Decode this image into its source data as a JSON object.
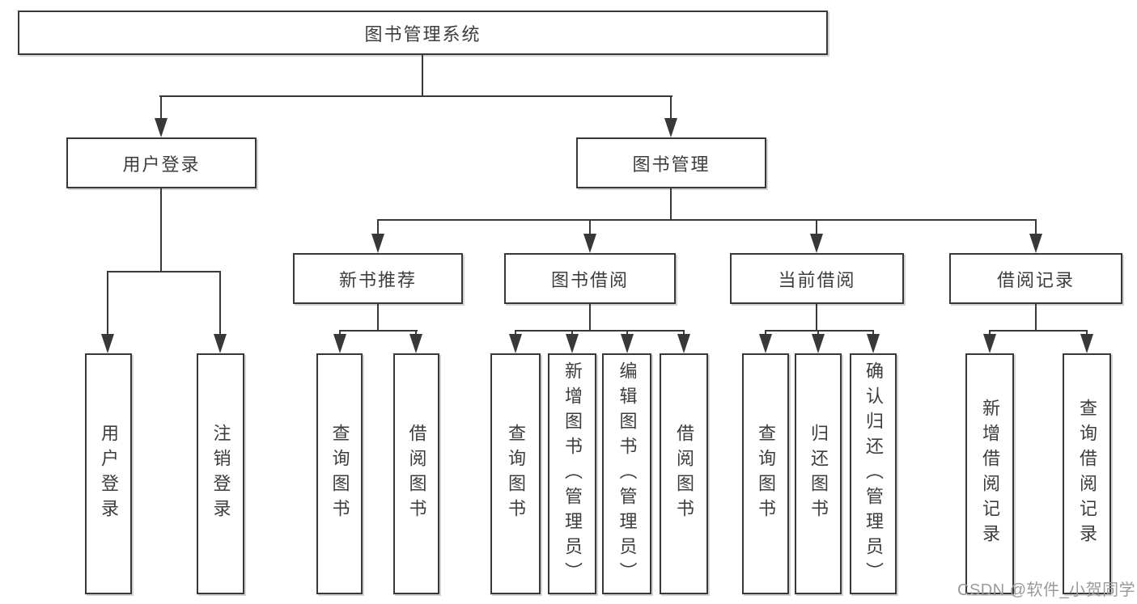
{
  "title": "图书管理系统",
  "tree": {
    "root": {
      "label": "图书管理系统"
    },
    "children": [
      {
        "label": "用户登录",
        "children": [
          {
            "label": "用户登录"
          },
          {
            "label": "注销登录"
          }
        ]
      },
      {
        "label": "图书管理",
        "children": [
          {
            "label": "新书推荐",
            "children": [
              {
                "label": "查询图书"
              },
              {
                "label": "借阅图书"
              }
            ]
          },
          {
            "label": "图书借阅",
            "children": [
              {
                "label": "查询图书"
              },
              {
                "label": "新增图书（管理员）"
              },
              {
                "label": "编辑图书（管理员）"
              },
              {
                "label": "借阅图书"
              }
            ]
          },
          {
            "label": "当前借阅",
            "children": [
              {
                "label": "查询图书"
              },
              {
                "label": "归还图书"
              },
              {
                "label": "确认归还（管理员）"
              }
            ]
          },
          {
            "label": "借阅记录",
            "children": [
              {
                "label": "新增借阅记录"
              },
              {
                "label": "查询借阅记录"
              }
            ]
          }
        ]
      }
    ]
  },
  "watermark": "CSDN @软件_小贺同学",
  "colors": {
    "line": "#383838",
    "text": "#3d3d3d",
    "watermark": "#9a9a9a",
    "background": "#ffffff"
  }
}
